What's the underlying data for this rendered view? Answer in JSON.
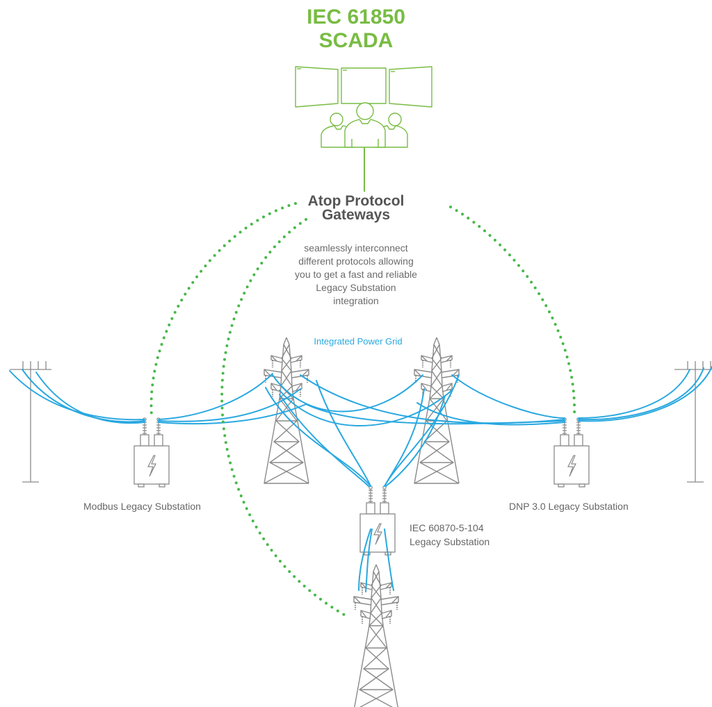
{
  "scada": {
    "title_line1": "IEC 61850",
    "title_line2": "SCADA"
  },
  "gateway": {
    "title_line1": "Atop Protocol",
    "title_line2": "Gateways",
    "description_lines": [
      "seamlessly interconnect",
      "different protocols allowing",
      "you to get a fast and reliable",
      "Legacy Substation",
      "integration"
    ]
  },
  "grid": {
    "label": "Integrated Power Grid"
  },
  "substations": {
    "modbus": {
      "label": "Modbus Legacy Substation"
    },
    "dnp": {
      "label": "DNP 3.0 Legacy Substation"
    },
    "iec104": {
      "label_line1": "IEC 60870-5-104",
      "label_line2": "Legacy Substation"
    }
  },
  "colors": {
    "scada_green": "#78bc43",
    "dotted_link_green": "#46b848",
    "power_line_blue": "#29a8e0",
    "structure_gray": "#8a8a8a",
    "text_gray": "#666666"
  },
  "icons": {
    "scada": "monitors-with-operators-icon",
    "tower": "transmission-tower-icon",
    "pole": "utility-pole-icon",
    "substation": "transformer-lightning-icon"
  }
}
